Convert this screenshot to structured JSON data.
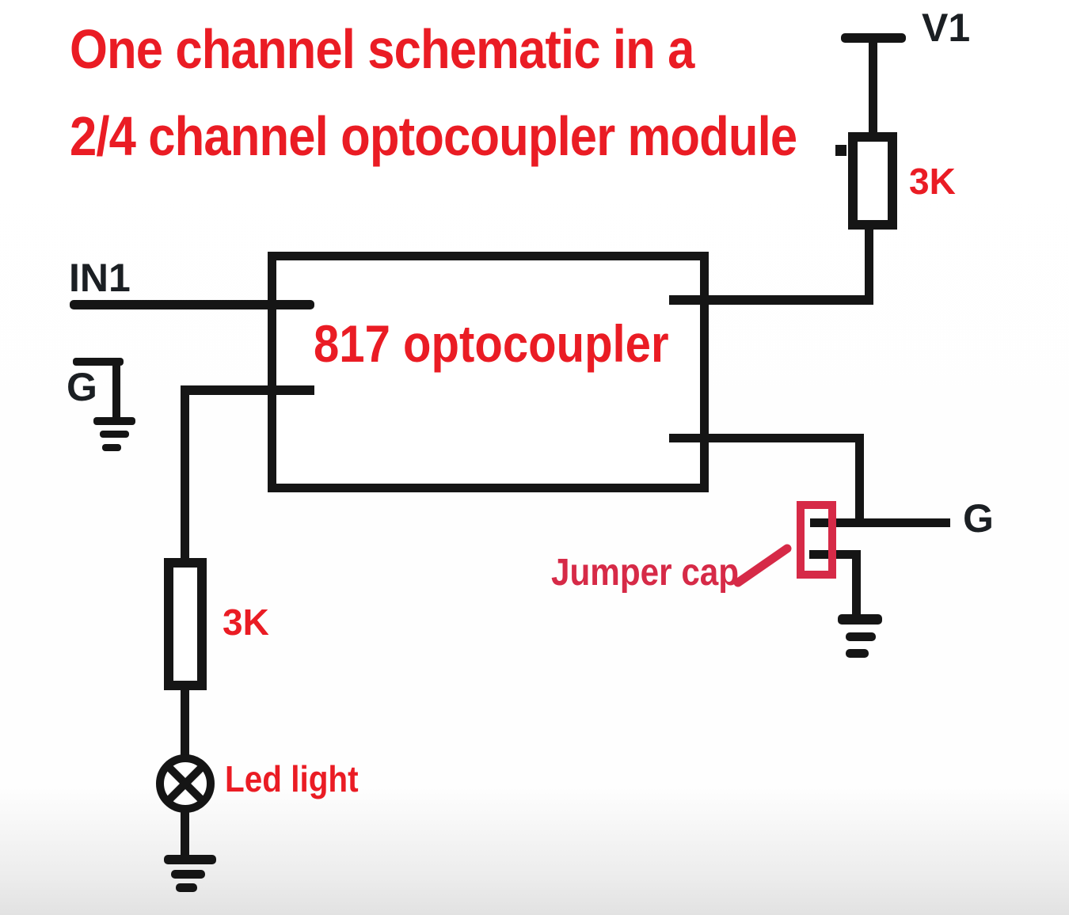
{
  "title": {
    "line1": "One channel schematic in a",
    "line2": "2/4 channel optocoupler module"
  },
  "components": {
    "power_rail": "V1",
    "pullup_resistor": "3K",
    "optocoupler": "817 optocoupler",
    "input": "IN1",
    "input_ground": "G",
    "led_resistor": "3K",
    "led": "Led light",
    "jumper": "Jumper cap",
    "output_ground": "G"
  },
  "colors": {
    "wire": "#151515",
    "ink": "#1b1f23",
    "red": "#ea1c24",
    "crimson": "#d62a47"
  }
}
